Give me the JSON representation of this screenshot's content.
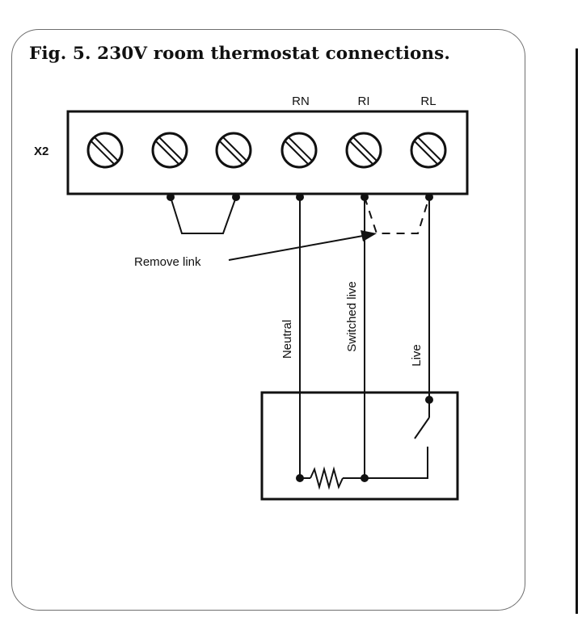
{
  "figure": {
    "title": "Fig. 5. 230V room thermostat connections."
  },
  "terminal_block": {
    "label": "X2",
    "terminal_labels": [
      "RN",
      "RI",
      "RL"
    ]
  },
  "annotations": {
    "remove_link": "Remove link"
  },
  "wires": {
    "neutral": "Neutral",
    "switched_live": "Switched live",
    "live": "Live"
  },
  "colors": {
    "line": "#111111",
    "card_border": "#6e6e6e",
    "background": "#ffffff"
  }
}
